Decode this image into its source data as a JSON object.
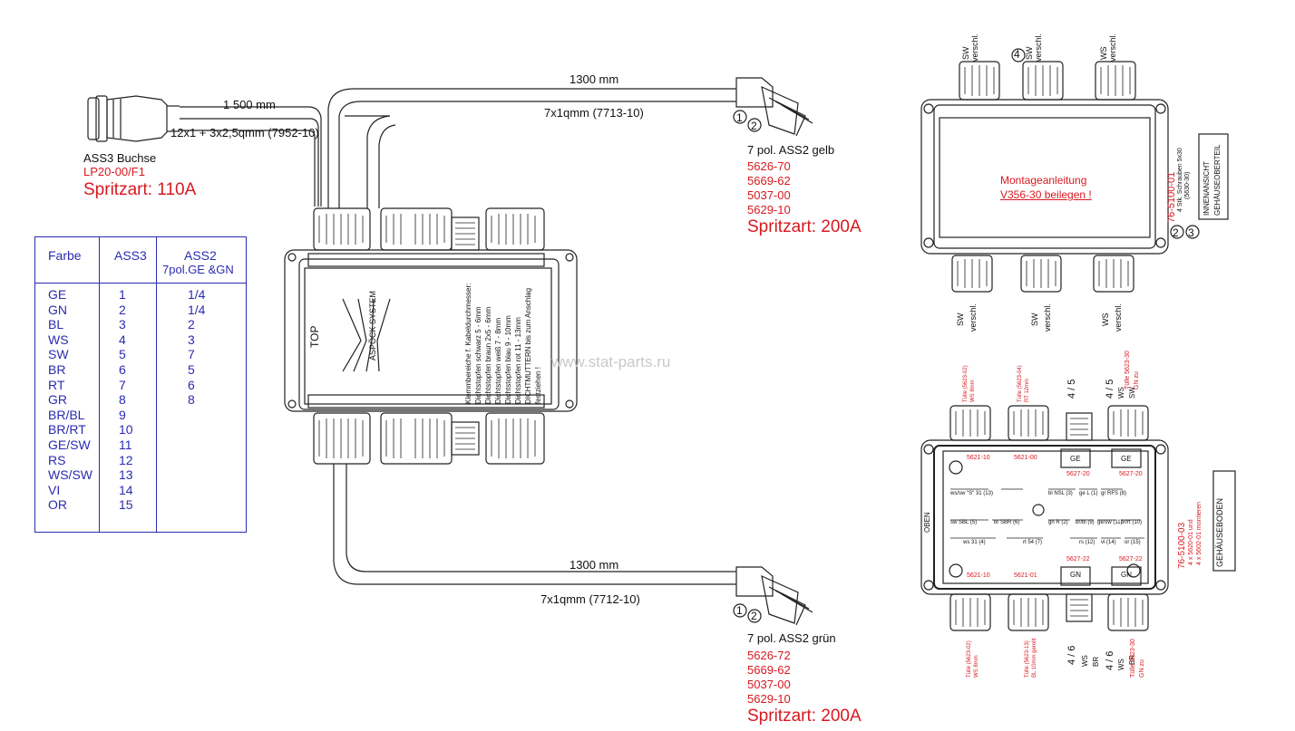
{
  "cable": {
    "main_length": "1 500 mm",
    "main_spec": "12x1 + 3x2,5qmm (7952-10)",
    "upper_length": "1300 mm",
    "upper_spec": "7x1qmm (7713-10)",
    "lower_length": "1300 mm",
    "lower_spec": "7x1qmm (7712-10)"
  },
  "socket": {
    "name": "ASS3 Buchse",
    "part": "LP20-00/F1",
    "spritzart": "Spritzart: 110A"
  },
  "plug_yellow": {
    "name": "7 pol. ASS2  gelb",
    "parts": [
      "5626-70",
      "5669-62",
      "5037-00",
      "5629-10"
    ],
    "spritzart": "Spritzart: 200A",
    "callouts": [
      "1",
      "2"
    ]
  },
  "plug_green": {
    "name": "7 pol. ASS2  grün",
    "parts": [
      "5626-72",
      "5669-62",
      "5037-00",
      "5629-10"
    ],
    "spritzart": "Spritzart: 200A",
    "callouts": [
      "1",
      "2"
    ]
  },
  "legend": {
    "headers": [
      "Farbe",
      "ASS3",
      "ASS2",
      "7pol.GE &GN"
    ],
    "rows": [
      [
        "GE",
        "1",
        "1/4"
      ],
      [
        "GN",
        "2",
        "1/4"
      ],
      [
        "BL",
        "3",
        "2"
      ],
      [
        "WS",
        "4",
        "3"
      ],
      [
        "SW",
        "5",
        "7"
      ],
      [
        "BR",
        "6",
        "5"
      ],
      [
        "RT",
        "7",
        "6"
      ],
      [
        "GR",
        "8",
        "8"
      ],
      [
        "BR/BL",
        "9",
        ""
      ],
      [
        "BR/RT",
        "10",
        ""
      ],
      [
        "GE/SW",
        "11",
        ""
      ],
      [
        "RS",
        "12",
        ""
      ],
      [
        "WS/SW",
        "13",
        ""
      ],
      [
        "VI",
        "14",
        ""
      ],
      [
        "OR",
        "15",
        ""
      ]
    ]
  },
  "box": {
    "top_label": "TOP",
    "brand": "ASPÖCK SYSTEM",
    "lines": [
      "Klemmbereiche f. Kabeldurchmesser:",
      "Dichtstopfen schwarz   5 - 6mm",
      "Dichtstopfen braun   2x5 - 6mm",
      "Dichtstopfen weiß   7 - 8mm",
      "Dichtstopfen blau   9 - 10mm",
      "Dichtstopfen rot   11 - 13mm",
      "DICHTMUTTERN bis zum Anschlag",
      "festziehen !"
    ]
  },
  "inner_view": {
    "top_caps": [
      "SW",
      "verschl.",
      "SW",
      "verschl.",
      "WS",
      "verschl."
    ],
    "callout_4": "4",
    "montage": [
      "Montageanleitung",
      "V356-30 beilegen !"
    ],
    "part": "76-5100-01",
    "screws": "4 Stk. Schrauben 5x30",
    "screws_part": "(5630-30)",
    "title": [
      "INNENANSICHT",
      "GEHÄUSEOBERTEIL"
    ],
    "callouts": [
      "2",
      "3"
    ],
    "bottom_caps": [
      "SW",
      "verschl.",
      "SW",
      "verschl.",
      "WS",
      "verschl."
    ]
  },
  "bottom_view": {
    "title": "GEHÄUSEBODEN",
    "part": "76-5100-03",
    "note1": "4 x 5620-01 und",
    "note2": "4 x 5602-01 montieren",
    "oben": "OBEN",
    "top_labels": [
      "Tülle (5623-02)",
      "WS 8mm",
      "Tülle (5623-04)",
      "RT 12mm",
      "4 / 5",
      "4 / 5",
      "WS",
      "SW",
      "Tülle 5623-30",
      "GN zu"
    ],
    "bottom_labels": [
      "Tülle (5623-02)",
      "WS 8mm",
      "Tülle (5623-13)",
      "BL 10mm gerollt",
      "4 / 6",
      "4 / 6",
      "WS",
      "BR",
      "WS",
      "BR",
      "Tülle 5623-30",
      "GN zu"
    ],
    "part_labels": [
      "5621-10",
      "5621-00",
      "5627-20",
      "5627-20",
      "5621-10",
      "5621-01",
      "5627-22",
      "5627-22"
    ],
    "ports": [
      "GE",
      "GE",
      "GN",
      "GN"
    ],
    "terminals": [
      "ws/sw \"S\" 31 (13)",
      "bl NSL (3)",
      "ge L (1)",
      "gr RFS (8)",
      "sw SBL (5)",
      "br SBR (6)",
      "gn R (2)",
      "br/bl (9)",
      "ge/sw (11)",
      "br/rt (10)",
      "ws 31 (4)",
      "rt 54 (7)",
      "rs (12)",
      "vi (14)",
      "or (15)"
    ]
  },
  "watermark": "www.stat-parts.ru"
}
